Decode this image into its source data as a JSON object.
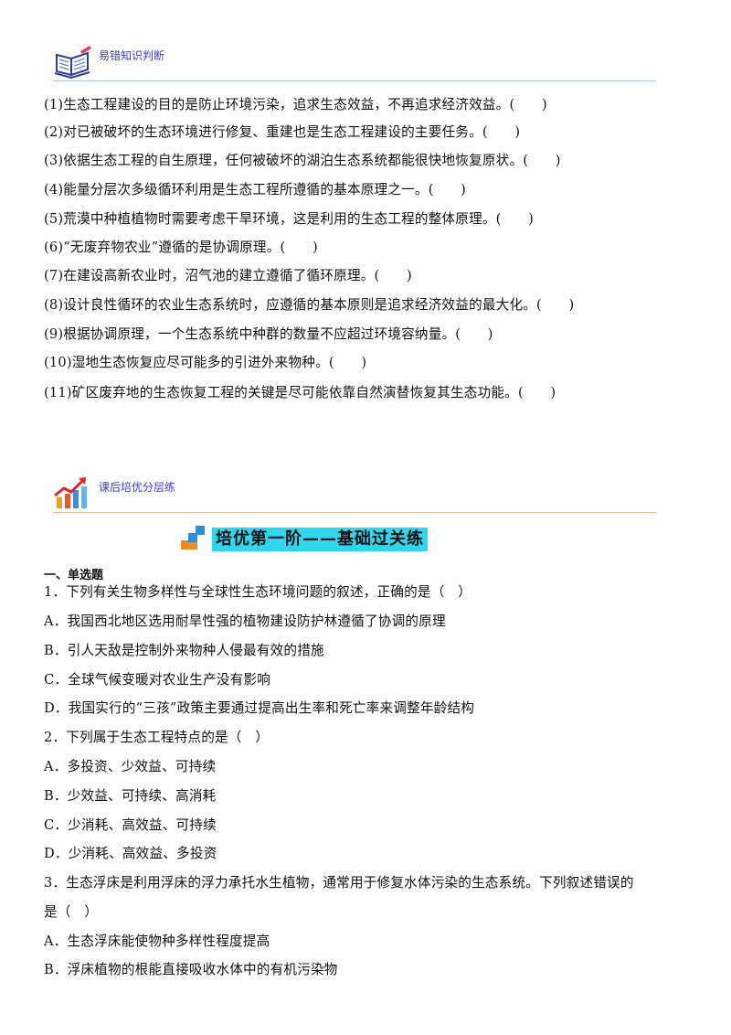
{
  "section1": {
    "title": "易错知识判断",
    "items": [
      "(1)生态工程建设的目的是防止环境污染，追求生态效益，不再追求经济效益。(　　)",
      "(2)对已被破坏的生态环境进行修复、重建也是生态工程建设的主要任务。(　　)",
      "(3)依据生态工程的自生原理，任何被破坏的湖泊生态系统都能很快地恢复原状。(　　)",
      "(4)能量分层次多级循环利用是生态工程所遵循的基本原理之一。(　　)",
      "(5)荒漠中种植植物时需要考虑干旱环境，这是利用的生态工程的整体原理。(　　)",
      "(6)“无废弃物农业”遵循的是协调原理。(　　)",
      "(7)在建设高新农业时，沼气池的建立遵循了循环原理。(　　)",
      "(8)设计良性循环的农业生态系统时，应遵循的基本原则是追求经济效益的最大化。(　　)",
      "(9)根据协调原理，一个生态系统中种群的数量不应超过环境容纳量。(　　)",
      "(10)湿地生态恢复应尽可能多的引进外来物种。(　　)",
      "(11)矿区废弃地的生态恢复工程的关键是尽可能依靠自然演替恢复其生态功能。(　　)"
    ]
  },
  "section2": {
    "title": "课后培优分层练",
    "banner": "培优第一阶——基础过关练",
    "subheading": "一、单选题",
    "lines": [
      "1．下列有关生物多样性与全球性生态环境问题的叙述，正确的是（　）",
      "A．我国西北地区选用耐旱性强的植物建设防护林遵循了协调的原理",
      "B．引人天敌是控制外来物种人侵最有效的措施",
      "C．全球气候变暖对农业生产没有影响",
      "D．我国实行的“三孩”政策主要通过提高出生率和死亡率来调整年龄结构",
      "2．下列属于生态工程特点的是（　）",
      "A．多投资、少效益、可持续",
      "B．少效益、可持续、高消耗",
      "C．少消耗、高效益、可持续",
      "D．少消耗、高效益、多投资",
      "3．生态浮床是利用浮床的浮力承托水生植物，通常用于修复水体污染的生态系统。下列叙述错误的",
      "是（　）",
      "A．生态浮床能使物种多样性程度提高",
      "B．浮床植物的根能直接吸收水体中的有机污染物"
    ]
  }
}
